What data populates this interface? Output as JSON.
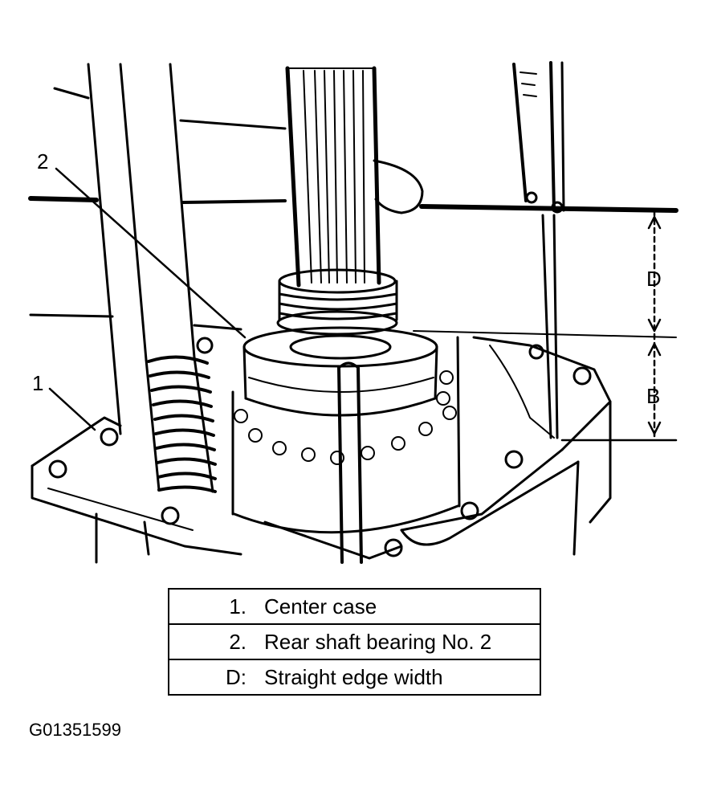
{
  "callouts": {
    "center_case": "1",
    "rear_bearing": "2",
    "dim_d": "D",
    "dim_b": "B"
  },
  "legend": [
    {
      "num": "1.",
      "text": "Center case"
    },
    {
      "num": "2.",
      "text": "Rear shaft bearing No. 2"
    },
    {
      "num": "D:",
      "text": "Straight edge width"
    }
  ],
  "figure_id": "G01351599",
  "colors": {
    "ink": "#000000",
    "paper": "#ffffff"
  }
}
